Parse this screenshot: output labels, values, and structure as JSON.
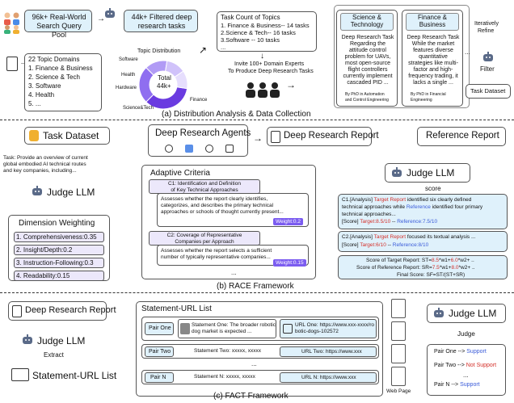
{
  "section_a": {
    "caption": "(a) Distribution Analysis & Data Collection",
    "query_pool": "96k+ Real-World Search Query Pool",
    "filtered": "44k+ Filtered deep research tasks",
    "domains_title": "22 Topic Domains",
    "domains": [
      "1. Finance & Business",
      "2. Science & Tech",
      "3. Software",
      "4. Health",
      "5. ..."
    ],
    "topic_dist_title": "Topic Distribution",
    "donut_center": [
      "Total",
      "44k+"
    ],
    "donut_labels": [
      "Software",
      "Health",
      "Hardware",
      "Science&Tech",
      "Finance"
    ],
    "task_count_title": "Task Count of Topics",
    "task_counts": [
      "1. Finance & Business-- 14 tasks",
      "2.Science & Tech-- 16 tasks",
      "3.Software -- 10 tasks",
      "..."
    ],
    "invite": [
      "Invite 100+ Domain Experts",
      "To Produce Deep Research Tasks"
    ],
    "sci_title": [
      "Science &",
      "Technology"
    ],
    "sci_task": [
      "Deep Research Task",
      "Regarding the",
      "attitude control",
      "problem for UAVs,",
      "most open-source",
      "flight controllers",
      "currently implement",
      "cascaded PID ..."
    ],
    "sci_by": [
      "By PhD in Automation",
      "and Control Engineering"
    ],
    "fin_title": [
      "Finance &",
      "Business"
    ],
    "fin_task": [
      "Deep Research Task",
      "While the market",
      "features diverse",
      "quantitative",
      "strategies like multi-",
      "factor and high-",
      "frequency trading, it",
      "lacks a single ..."
    ],
    "fin_by": [
      "By PhD in Financial",
      "Engineering"
    ],
    "iterative": [
      "Iteratively",
      "Refine"
    ],
    "filter": "Filter",
    "task_dataset": "Task Dataset",
    "dots": "..."
  },
  "section_b": {
    "caption": "(b) RACE Framework",
    "task_dataset": "Task Dataset",
    "task_text": [
      "Task: Provide an overview of current",
      "global embodied AI technical routes",
      "and key companies, including..."
    ],
    "judge": "Judge LLM",
    "dim_title": "Dimension Weighting",
    "dims": [
      "1. Comprehensiveness:0.35",
      "2. Insight/Depth:0.2",
      "3. Instruction-Following:0.3",
      "4. Readability:0.15"
    ],
    "agents": "Deep Research Agents",
    "adaptive": "Adaptive Criteria",
    "c1_title": [
      "C1: Identification and Definition",
      "of Key Technical Approaches"
    ],
    "c1_text": [
      "Assesses whether the report clearly identifies,",
      "categorizes, and describes the primary technical",
      "approaches or schools of thought currently present..."
    ],
    "c1_weight": "Weight:0.2",
    "c2_title": [
      "C2: Coverage of Representative",
      "Companies per Approach"
    ],
    "c2_text": [
      "Assesses whether the report selects a sufficient",
      "number of typically representative companies..."
    ],
    "c2_weight": "Weight:0.15",
    "ellipsis": "...",
    "dr_report": "Deep Research Report",
    "ref_report": "Reference Report",
    "score": "score",
    "a1": [
      "C1.[Analysis] ",
      "Target Report",
      " identified six clearly defined",
      "technical approaches while ",
      "Reference",
      " identified four primary",
      "technical approaches...",
      "[Score] ",
      "Target:8.5/10",
      " -- ",
      "Reference:7.5/10"
    ],
    "a2": [
      "C2.[Analysis] ",
      "Target Report",
      " focused its textual analysis ...",
      "[Score] ",
      "Target:6/10",
      " -- ",
      "Reference:8/10"
    ],
    "final": [
      "Score of Target Report: ST=",
      "8.5",
      "*w1+",
      "6.0",
      "*w2+ ..",
      "Score of Reference Report: SR=",
      "7.5",
      "*w1+",
      "8.0",
      "*w2+ ..",
      "Final Score: SF=ST/(ST+SR)"
    ]
  },
  "section_c": {
    "caption": "(c) FACT Framework",
    "dr_report": "Deep Research Report",
    "judge": "Judge LLM",
    "extract": "Extract",
    "su_list": "Statement-URL List",
    "list_title": "Statement-URL List",
    "pairs": [
      {
        "label": "Pair One",
        "stmt": "Statement One: The broader robotic dog market is expected ...",
        "url": "URL One: https://www.xxx-xxxx/robotic-dogs-102572"
      },
      {
        "label": "Pair Two",
        "stmt": "Statement Two: xxxxx, xxxxx",
        "url": "URL Two: https://www.xxx"
      },
      {
        "label": "Pair N",
        "stmt": "Statement N: xxxxx, xxxxx",
        "url": "URL N: https://www.xxx"
      }
    ],
    "dots": "...",
    "web_page": "Web Page",
    "judge_label": "Judge",
    "results": [
      {
        "pair": "Pair One --> ",
        "verdict": "Support"
      },
      {
        "pair": "Pair Two --> ",
        "verdict": "Not Support"
      },
      {
        "pair": "Pair N --> ",
        "verdict": "Support"
      }
    ],
    "colors": {
      "support": "#3a5bd9",
      "not_support": "#d4302a"
    }
  },
  "chart_data": {
    "type": "pie",
    "title": "Topic Distribution",
    "categories": [
      "Finance",
      "Science&Tech",
      "Hardware",
      "Health",
      "Software"
    ],
    "values": [
      35,
      25,
      15,
      13,
      12
    ]
  }
}
